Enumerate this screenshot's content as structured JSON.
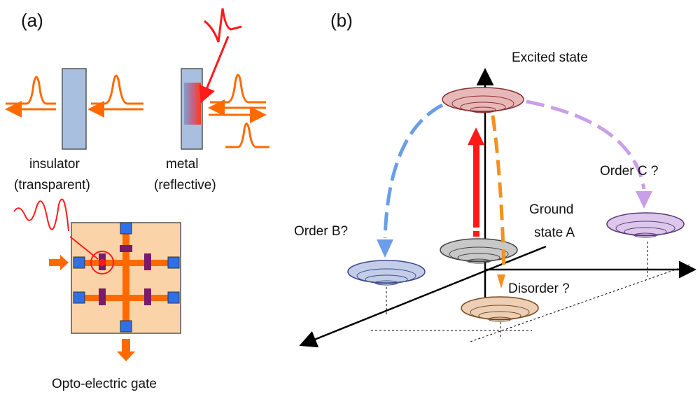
{
  "panel_a": {
    "label": "(a)",
    "insulator_label_1": "insulator",
    "insulator_label_2": "(transparent)",
    "metal_label_1": "metal",
    "metal_label_2": "(reflective)",
    "gate_caption": "Opto-electric gate"
  },
  "panel_b": {
    "label": "(b)",
    "excited_label": "Excited state",
    "order_b_label": "Order B?",
    "order_c_label": "Order C ?",
    "ground_label_1": "Ground",
    "ground_label_2": "state A",
    "disorder_label": "Disorder ?"
  },
  "colors": {
    "pulse": "#ff6a00",
    "red": "#ff1a1a",
    "slab": "#a9bfe0",
    "gate_bg": "#fbd3a8",
    "pad": "#2f6fe8",
    "resistor": "#7a1a6a",
    "blue_arrow": "#6b9ee8",
    "purple_arrow": "#c9a0e8",
    "orange_arrow": "#f39020"
  }
}
